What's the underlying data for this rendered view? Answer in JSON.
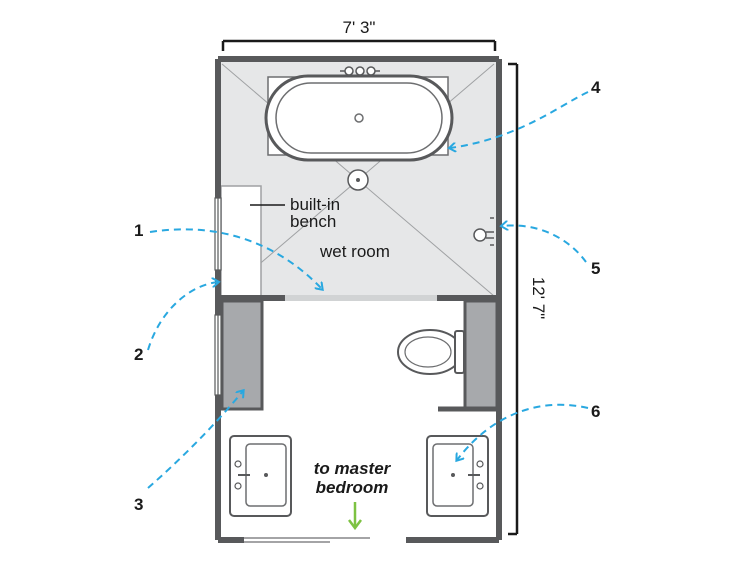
{
  "dimensions": {
    "width": "7' 3\"",
    "length": "12' 7\""
  },
  "labels": {
    "bench_line1": "built-in",
    "bench_line2": "bench",
    "wet_room": "wet room",
    "exit_line1": "to master",
    "exit_line2": "bedroom"
  },
  "callouts": [
    "1",
    "2",
    "3",
    "4",
    "5",
    "6"
  ],
  "colors": {
    "wall": "#58595b",
    "wet_floor": "#e6e7e8",
    "callout_arrow": "#29a8e0",
    "exit_arrow": "#7dc242"
  }
}
